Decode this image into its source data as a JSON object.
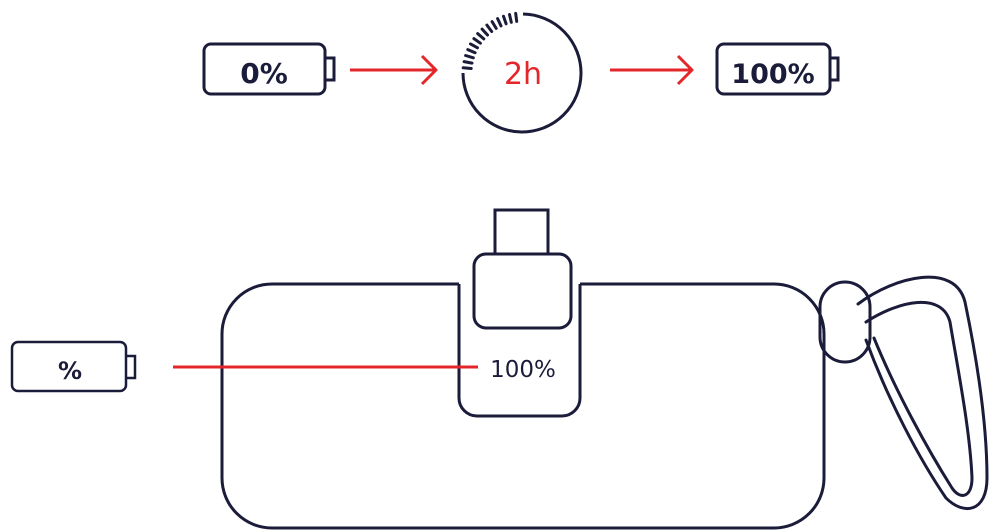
{
  "colors": {
    "outline": "#1b1b3a",
    "accent": "#e3262a",
    "background": "#ffffff"
  },
  "charge_flow": {
    "start_level": "0%",
    "duration": "2h",
    "end_level": "100%"
  },
  "device": {
    "display_reading": "100%"
  },
  "indicator_battery": {
    "label": "%"
  }
}
